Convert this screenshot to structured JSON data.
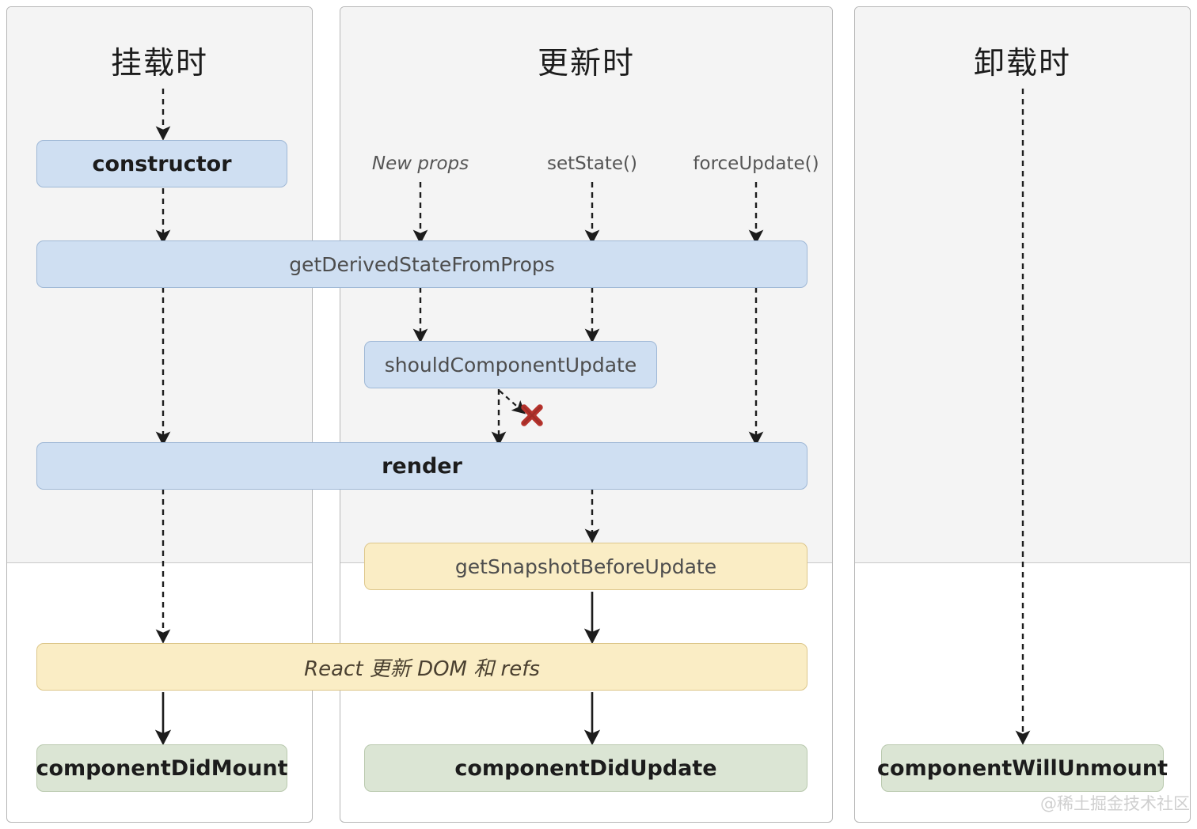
{
  "diagram": {
    "title": "React Component Lifecycle",
    "colors": {
      "blue_fill": "#cfdff2",
      "blue_stroke": "#9fb8d6",
      "yellow_fill": "#faedc5",
      "yellow_stroke": "#ddc78b",
      "green_fill": "#dbe5d4",
      "green_stroke": "#b9c9ae",
      "panel_bg_top": "#f4f4f4",
      "panel_border": "#b6b6b6",
      "x_mark": "#b5322c",
      "arrow": "#1c1c1c"
    }
  },
  "phases": [
    {
      "id": "mounting",
      "title": "挂载时"
    },
    {
      "id": "updating",
      "title": "更新时"
    },
    {
      "id": "unmounting",
      "title": "卸载时"
    }
  ],
  "triggers": [
    {
      "id": "new-props",
      "label": "New props",
      "style": "italic"
    },
    {
      "id": "set-state",
      "label": "setState()",
      "style": "normal"
    },
    {
      "id": "force-update",
      "label": "forceUpdate()",
      "style": "normal"
    }
  ],
  "nodes": [
    {
      "id": "constructor",
      "label": "constructor",
      "color": "blue",
      "emphasis": "bold"
    },
    {
      "id": "get-derived-state",
      "label": "getDerivedStateFromProps",
      "color": "blue",
      "emphasis": "normal"
    },
    {
      "id": "should-component-update",
      "label": "shouldComponentUpdate",
      "color": "blue",
      "emphasis": "normal"
    },
    {
      "id": "render",
      "label": "render",
      "color": "blue",
      "emphasis": "bold"
    },
    {
      "id": "get-snapshot",
      "label": "getSnapshotBeforeUpdate",
      "color": "yellow",
      "emphasis": "normal"
    },
    {
      "id": "react-updates-dom",
      "label": "React 更新 DOM 和 refs",
      "color": "yellow",
      "emphasis": "italic"
    },
    {
      "id": "component-did-mount",
      "label": "componentDidMount",
      "color": "green",
      "emphasis": "bold"
    },
    {
      "id": "component-did-update",
      "label": "componentDidUpdate",
      "color": "green",
      "emphasis": "bold"
    },
    {
      "id": "component-will-unmount",
      "label": "componentWillUnmount",
      "color": "green",
      "emphasis": "bold"
    }
  ],
  "annotations": [
    {
      "id": "skip-render-x",
      "symbol": "✖",
      "meaning": "render skipped when shouldComponentUpdate returns false"
    }
  ],
  "watermark": {
    "text": "@稀土掘金技术社区"
  }
}
